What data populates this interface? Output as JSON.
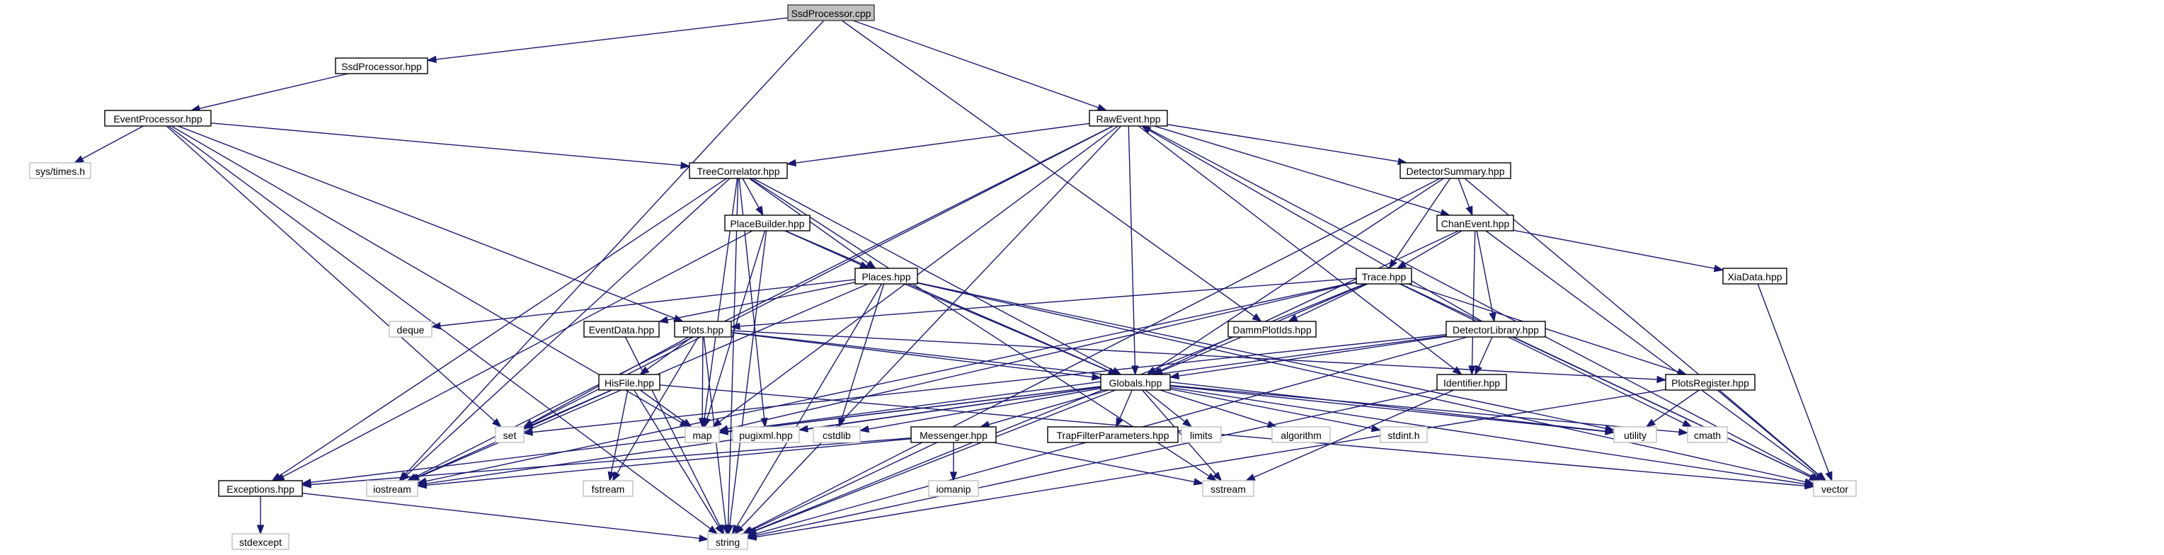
{
  "diagram": {
    "type": "include-dependency-graph",
    "colors": {
      "edge": "#191970",
      "root_fill": "#bfbfbf",
      "project_border": "#000000",
      "system_border": "#bfbfbf"
    },
    "nodes": [
      {
        "id": "SsdProcessor.cpp",
        "label": "SsdProcessor.cpp",
        "kind": "root"
      },
      {
        "id": "SsdProcessor.hpp",
        "label": "SsdProcessor.hpp",
        "kind": "project"
      },
      {
        "id": "EventProcessor.hpp",
        "label": "EventProcessor.hpp",
        "kind": "project"
      },
      {
        "id": "RawEvent.hpp",
        "label": "RawEvent.hpp",
        "kind": "project"
      },
      {
        "id": "sys/times.h",
        "label": "sys/times.h",
        "kind": "system"
      },
      {
        "id": "TreeCorrelator.hpp",
        "label": "TreeCorrelator.hpp",
        "kind": "project"
      },
      {
        "id": "DetectorSummary.hpp",
        "label": "DetectorSummary.hpp",
        "kind": "project"
      },
      {
        "id": "PlaceBuilder.hpp",
        "label": "PlaceBuilder.hpp",
        "kind": "project"
      },
      {
        "id": "ChanEvent.hpp",
        "label": "ChanEvent.hpp",
        "kind": "project"
      },
      {
        "id": "Places.hpp",
        "label": "Places.hpp",
        "kind": "project"
      },
      {
        "id": "Trace.hpp",
        "label": "Trace.hpp",
        "kind": "project"
      },
      {
        "id": "XiaData.hpp",
        "label": "XiaData.hpp",
        "kind": "project"
      },
      {
        "id": "deque",
        "label": "deque",
        "kind": "system"
      },
      {
        "id": "EventData.hpp",
        "label": "EventData.hpp",
        "kind": "project"
      },
      {
        "id": "Plots.hpp",
        "label": "Plots.hpp",
        "kind": "project"
      },
      {
        "id": "DammPlotIds.hpp",
        "label": "DammPlotIds.hpp",
        "kind": "project"
      },
      {
        "id": "DetectorLibrary.hpp",
        "label": "DetectorLibrary.hpp",
        "kind": "project"
      },
      {
        "id": "HisFile.hpp",
        "label": "HisFile.hpp",
        "kind": "project"
      },
      {
        "id": "Globals.hpp",
        "label": "Globals.hpp",
        "kind": "project"
      },
      {
        "id": "Identifier.hpp",
        "label": "Identifier.hpp",
        "kind": "project"
      },
      {
        "id": "PlotsRegister.hpp",
        "label": "PlotsRegister.hpp",
        "kind": "project"
      },
      {
        "id": "set",
        "label": "set",
        "kind": "system"
      },
      {
        "id": "map",
        "label": "map",
        "kind": "system"
      },
      {
        "id": "pugixml.hpp",
        "label": "pugixml.hpp",
        "kind": "system"
      },
      {
        "id": "cstdlib",
        "label": "cstdlib",
        "kind": "system"
      },
      {
        "id": "TrapFilterParameters.hpp",
        "label": "TrapFilterParameters.hpp",
        "kind": "project"
      },
      {
        "id": "limits",
        "label": "limits",
        "kind": "system"
      },
      {
        "id": "algorithm",
        "label": "algorithm",
        "kind": "system"
      },
      {
        "id": "stdint.h",
        "label": "stdint.h",
        "kind": "system"
      },
      {
        "id": "utility",
        "label": "utility",
        "kind": "system"
      },
      {
        "id": "cmath",
        "label": "cmath",
        "kind": "system"
      },
      {
        "id": "Messenger.hpp",
        "label": "Messenger.hpp",
        "kind": "project"
      },
      {
        "id": "Exceptions.hpp",
        "label": "Exceptions.hpp",
        "kind": "project"
      },
      {
        "id": "iostream",
        "label": "iostream",
        "kind": "system"
      },
      {
        "id": "iomanip",
        "label": "iomanip",
        "kind": "system"
      },
      {
        "id": "fstream",
        "label": "fstream",
        "kind": "system"
      },
      {
        "id": "sstream",
        "label": "sstream",
        "kind": "system"
      },
      {
        "id": "vector",
        "label": "vector",
        "kind": "system"
      },
      {
        "id": "stdexcept",
        "label": "stdexcept",
        "kind": "system"
      },
      {
        "id": "string",
        "label": "string",
        "kind": "system"
      }
    ],
    "edges": [
      [
        "SsdProcessor.cpp",
        "SsdProcessor.hpp"
      ],
      [
        "SsdProcessor.cpp",
        "RawEvent.hpp"
      ],
      [
        "SsdProcessor.cpp",
        "DammPlotIds.hpp"
      ],
      [
        "SsdProcessor.cpp",
        "iostream"
      ],
      [
        "SsdProcessor.hpp",
        "EventProcessor.hpp"
      ],
      [
        "EventProcessor.hpp",
        "sys/times.h"
      ],
      [
        "EventProcessor.hpp",
        "TreeCorrelator.hpp"
      ],
      [
        "EventProcessor.hpp",
        "Plots.hpp"
      ],
      [
        "EventProcessor.hpp",
        "set"
      ],
      [
        "EventProcessor.hpp",
        "string"
      ],
      [
        "EventProcessor.hpp",
        "map"
      ],
      [
        "RawEvent.hpp",
        "TreeCorrelator.hpp"
      ],
      [
        "RawEvent.hpp",
        "DetectorSummary.hpp"
      ],
      [
        "RawEvent.hpp",
        "ChanEvent.hpp"
      ],
      [
        "RawEvent.hpp",
        "Globals.hpp"
      ],
      [
        "RawEvent.hpp",
        "Identifier.hpp"
      ],
      [
        "RawEvent.hpp",
        "set"
      ],
      [
        "RawEvent.hpp",
        "map"
      ],
      [
        "RawEvent.hpp",
        "iostream"
      ],
      [
        "RawEvent.hpp",
        "vector"
      ],
      [
        "RawEvent.hpp",
        "string"
      ],
      [
        "TreeCorrelator.hpp",
        "PlaceBuilder.hpp"
      ],
      [
        "TreeCorrelator.hpp",
        "Places.hpp"
      ],
      [
        "TreeCorrelator.hpp",
        "Globals.hpp"
      ],
      [
        "TreeCorrelator.hpp",
        "map"
      ],
      [
        "TreeCorrelator.hpp",
        "pugixml.hpp"
      ],
      [
        "TreeCorrelator.hpp",
        "Exceptions.hpp"
      ],
      [
        "TreeCorrelator.hpp",
        "iostream"
      ],
      [
        "TreeCorrelator.hpp",
        "sstream"
      ],
      [
        "TreeCorrelator.hpp",
        "string"
      ],
      [
        "PlaceBuilder.hpp",
        "Places.hpp"
      ],
      [
        "PlaceBuilder.hpp",
        "Globals.hpp"
      ],
      [
        "PlaceBuilder.hpp",
        "map"
      ],
      [
        "PlaceBuilder.hpp",
        "Exceptions.hpp"
      ],
      [
        "PlaceBuilder.hpp",
        "string"
      ],
      [
        "Places.hpp",
        "deque"
      ],
      [
        "Places.hpp",
        "EventData.hpp"
      ],
      [
        "Places.hpp",
        "Globals.hpp"
      ],
      [
        "Places.hpp",
        "cstdlib"
      ],
      [
        "Places.hpp",
        "iostream"
      ],
      [
        "Places.hpp",
        "vector"
      ],
      [
        "Places.hpp",
        "utility"
      ],
      [
        "Places.hpp",
        "string"
      ],
      [
        "DetectorSummary.hpp",
        "ChanEvent.hpp"
      ],
      [
        "DetectorSummary.hpp",
        "Trace.hpp"
      ],
      [
        "DetectorSummary.hpp",
        "Globals.hpp"
      ],
      [
        "DetectorSummary.hpp",
        "vector"
      ],
      [
        "DetectorSummary.hpp",
        "string"
      ],
      [
        "ChanEvent.hpp",
        "Trace.hpp"
      ],
      [
        "ChanEvent.hpp",
        "XiaData.hpp"
      ],
      [
        "ChanEvent.hpp",
        "DetectorLibrary.hpp"
      ],
      [
        "ChanEvent.hpp",
        "Identifier.hpp"
      ],
      [
        "ChanEvent.hpp",
        "Globals.hpp"
      ],
      [
        "ChanEvent.hpp",
        "vector"
      ],
      [
        "XiaData.hpp",
        "vector"
      ],
      [
        "Trace.hpp",
        "Plots.hpp"
      ],
      [
        "Trace.hpp",
        "DammPlotIds.hpp"
      ],
      [
        "Trace.hpp",
        "Globals.hpp"
      ],
      [
        "Trace.hpp",
        "PlotsRegister.hpp"
      ],
      [
        "Trace.hpp",
        "map"
      ],
      [
        "Trace.hpp",
        "cmath"
      ],
      [
        "Trace.hpp",
        "vector"
      ],
      [
        "Trace.hpp",
        "iostream"
      ],
      [
        "Trace.hpp",
        "string"
      ],
      [
        "DetectorLibrary.hpp",
        "RawEvent.hpp"
      ],
      [
        "DetectorLibrary.hpp",
        "Globals.hpp"
      ],
      [
        "DetectorLibrary.hpp",
        "Identifier.hpp"
      ],
      [
        "DetectorLibrary.hpp",
        "set"
      ],
      [
        "DetectorLibrary.hpp",
        "map"
      ],
      [
        "DetectorLibrary.hpp",
        "vector"
      ],
      [
        "DetectorLibrary.hpp",
        "string"
      ],
      [
        "EventData.hpp",
        "string"
      ],
      [
        "Plots.hpp",
        "HisFile.hpp"
      ],
      [
        "Plots.hpp",
        "Globals.hpp"
      ],
      [
        "Plots.hpp",
        "PlotsRegister.hpp"
      ],
      [
        "Plots.hpp",
        "set"
      ],
      [
        "Plots.hpp",
        "map"
      ],
      [
        "Plots.hpp",
        "fstream"
      ],
      [
        "Plots.hpp",
        "utility"
      ],
      [
        "Plots.hpp",
        "string"
      ],
      [
        "HisFile.hpp",
        "set"
      ],
      [
        "HisFile.hpp",
        "map"
      ],
      [
        "HisFile.hpp",
        "fstream"
      ],
      [
        "HisFile.hpp",
        "iostream"
      ],
      [
        "HisFile.hpp",
        "vector"
      ],
      [
        "HisFile.hpp",
        "string"
      ],
      [
        "Globals.hpp",
        "map"
      ],
      [
        "Globals.hpp",
        "pugixml.hpp"
      ],
      [
        "Globals.hpp",
        "cstdlib"
      ],
      [
        "Globals.hpp",
        "TrapFilterParameters.hpp"
      ],
      [
        "Globals.hpp",
        "limits"
      ],
      [
        "Globals.hpp",
        "algorithm"
      ],
      [
        "Globals.hpp",
        "stdint.h"
      ],
      [
        "Globals.hpp",
        "utility"
      ],
      [
        "Globals.hpp",
        "cmath"
      ],
      [
        "Globals.hpp",
        "Messenger.hpp"
      ],
      [
        "Globals.hpp",
        "Exceptions.hpp"
      ],
      [
        "Globals.hpp",
        "iostream"
      ],
      [
        "Globals.hpp",
        "sstream"
      ],
      [
        "Globals.hpp",
        "vector"
      ],
      [
        "Globals.hpp",
        "string"
      ],
      [
        "Identifier.hpp",
        "sstream"
      ],
      [
        "Identifier.hpp",
        "string"
      ],
      [
        "PlotsRegister.hpp",
        "utility"
      ],
      [
        "PlotsRegister.hpp",
        "vector"
      ],
      [
        "PlotsRegister.hpp",
        "string"
      ],
      [
        "Messenger.hpp",
        "Exceptions.hpp"
      ],
      [
        "Messenger.hpp",
        "iomanip"
      ],
      [
        "Messenger.hpp",
        "iostream"
      ],
      [
        "Messenger.hpp",
        "sstream"
      ],
      [
        "Messenger.hpp",
        "string"
      ],
      [
        "Exceptions.hpp",
        "stdexcept"
      ],
      [
        "Exceptions.hpp",
        "string"
      ]
    ]
  }
}
